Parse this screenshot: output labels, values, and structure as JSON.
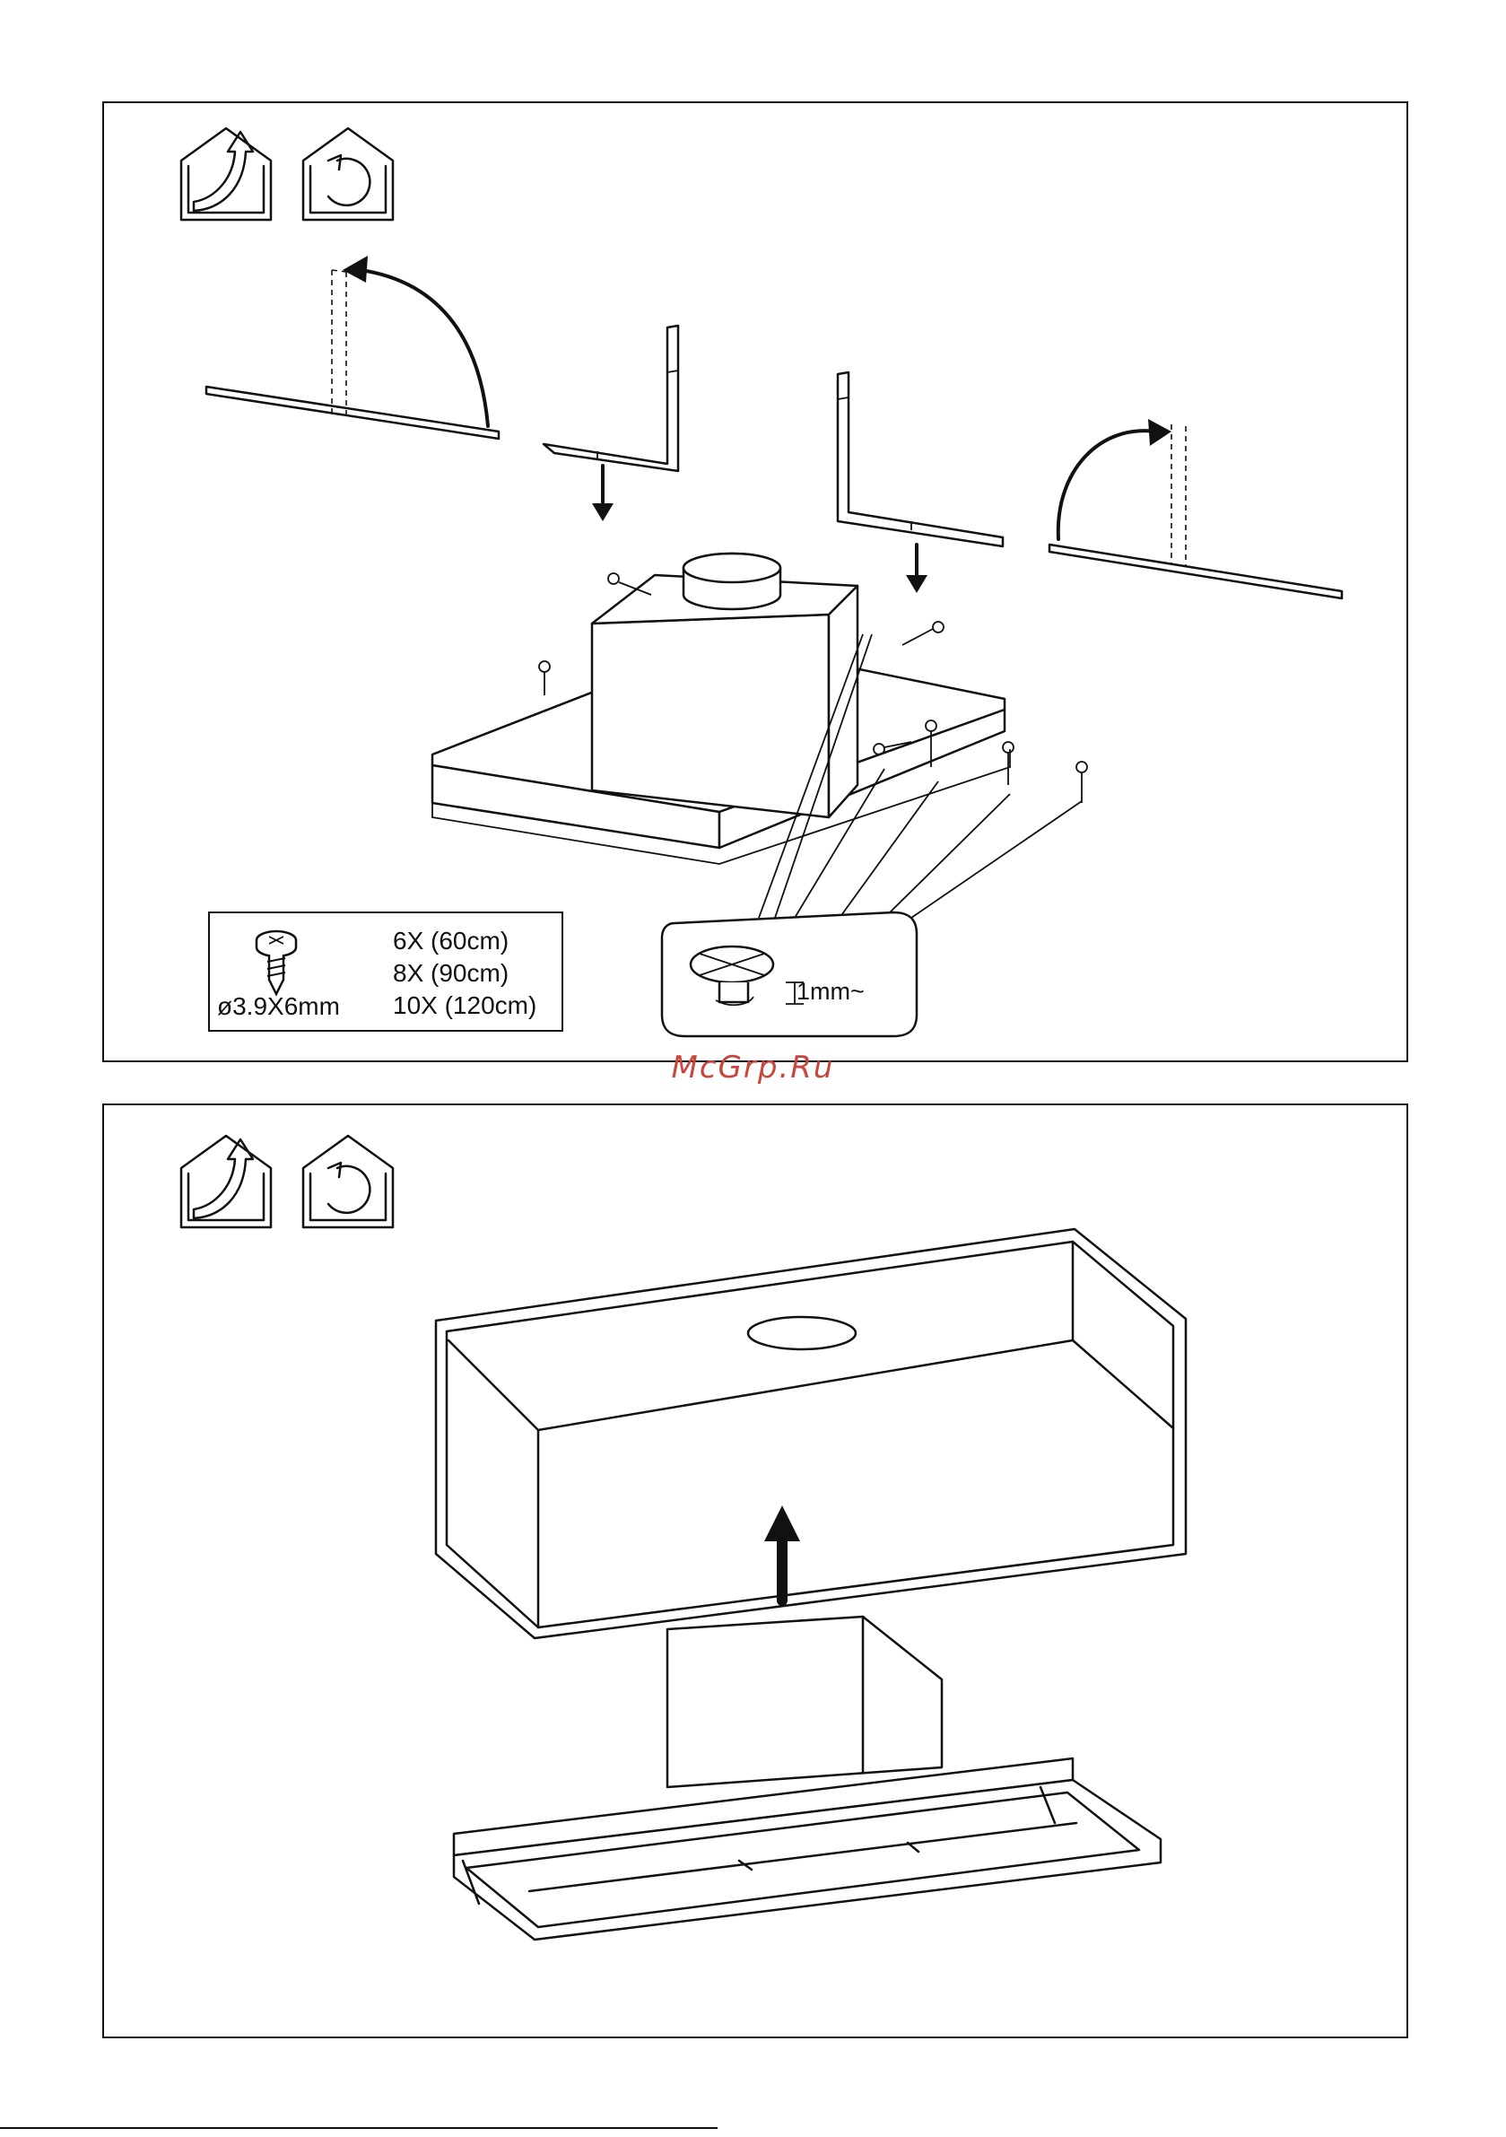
{
  "watermark": "McGrp.Ru",
  "screw_legend": {
    "quantities": [
      "6X (60cm)",
      "8X (90cm)",
      "10X (120cm)"
    ],
    "size": "ø3.9X6mm"
  },
  "gap_label": "1mm~",
  "icons": [
    "ducted-mode-icon",
    "recirculation-mode-icon"
  ]
}
